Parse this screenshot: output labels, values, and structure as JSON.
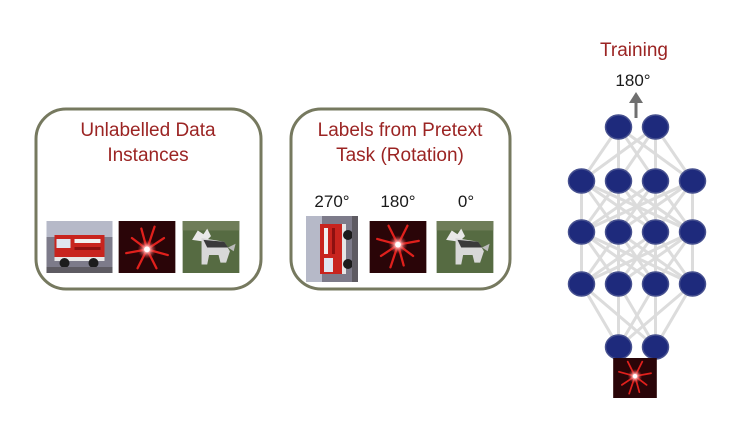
{
  "panels": {
    "unlabelled": {
      "title_line1": "Unlabelled Data",
      "title_line2": "Instances",
      "images": [
        "fire-truck-image",
        "red-object-image",
        "husky-dog-image"
      ]
    },
    "pretext": {
      "title_line1": "Labels from Pretext",
      "title_line2": "Task (Rotation)",
      "labels": [
        "270°",
        "180°",
        "0°"
      ],
      "images": [
        "fire-truck-rotated-270-image",
        "red-object-rotated-180-image",
        "husky-dog-image"
      ]
    }
  },
  "network": {
    "title": "Training",
    "output_label": "180°",
    "layers": [
      2,
      4,
      4,
      4,
      2
    ],
    "input_image": "red-object-rotated-180-image"
  },
  "colors": {
    "title": "#9b2423",
    "box_border": "#76795f",
    "node_fill": "#1e2a7c",
    "edge": "#dcdcdc",
    "arrow": "#6f6f6f"
  }
}
